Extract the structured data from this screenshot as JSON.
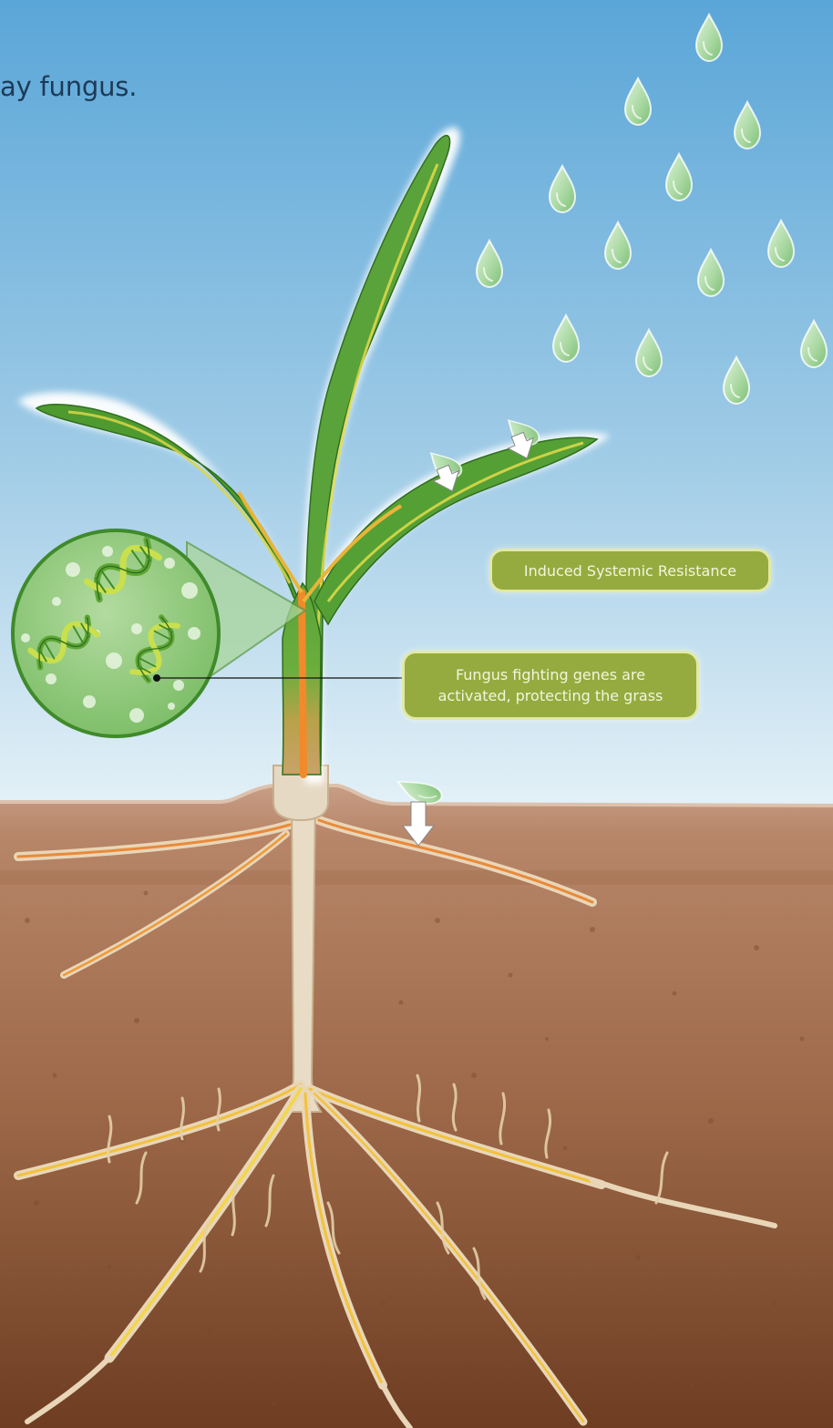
{
  "headline": "ay fungus.",
  "labels": {
    "induced_resistance": "Induced Systemic Resistance",
    "genes_line1": "Fungus fighting genes are",
    "genes_line2": "activated, protecting the grass"
  },
  "colors": {
    "sky_top": "#5aa6d8",
    "sky_bottom": "#e6f2f8",
    "soil_top": "#c79e86",
    "soil_bottom": "#6e3d22",
    "leaf": "#4e9a2f",
    "label_fill": "#95ab3f",
    "label_border": "#e2e9a5",
    "headline_text": "#1d3a57",
    "root_core": "#f07a23"
  },
  "icons": [
    "water-droplet-icon",
    "dna-helix-icon",
    "down-arrow-icon"
  ]
}
